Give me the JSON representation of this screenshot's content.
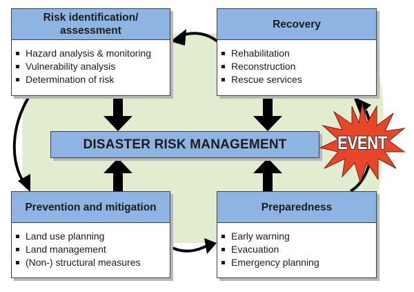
{
  "diagram": {
    "center": {
      "label": "DISASTER RISK MANAGEMENT"
    },
    "event": {
      "label": "EVENT"
    },
    "phases": {
      "risk_identification": {
        "title": "Risk identification/ assessment",
        "items": [
          "Hazard analysis & monitoring",
          "Vulnerability analysis",
          "Determination of risk"
        ]
      },
      "recovery": {
        "title": "Recovery",
        "items": [
          "Rehabilitation",
          "Reconstruction",
          "Rescue services"
        ]
      },
      "prevention": {
        "title": "Prevention and mitigation",
        "items": [
          "Land use planning",
          "Land management",
          "(Non-) structural measures"
        ]
      },
      "preparedness": {
        "title": "Preparedness",
        "items": [
          "Early warning",
          "Evacuation",
          "Emergency planning"
        ]
      }
    },
    "colors": {
      "header_fill": "#8db4e2",
      "cycle_background": "#e2ecce",
      "event_fill": "#e8462a",
      "arrow": "#000000"
    }
  }
}
